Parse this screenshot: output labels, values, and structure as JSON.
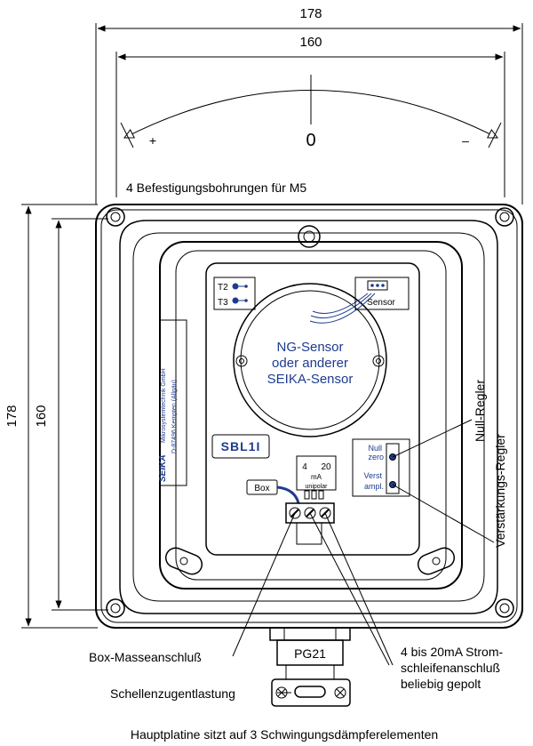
{
  "dimensions": {
    "outer_width": "178",
    "inner_width": "160",
    "outer_height": "178",
    "inner_height": "160"
  },
  "angle": {
    "plus": "+",
    "zero": "0",
    "minus": "–"
  },
  "mounting_holes_label": "4 Befestigungsbohrungen für M5",
  "company": {
    "name": "SEIKA",
    "line1": "Mikrosystemtechnik GmbH",
    "line2": "D-87496 Kempten (Allgäu)"
  },
  "terminals": {
    "t2": "T2",
    "t3": "T3",
    "sensor": "Sensor"
  },
  "sensor_label": {
    "line1": "NG-Sensor",
    "line2": "oder anderer",
    "line3": "SEIKA-Sensor"
  },
  "board_name": "SBL1I",
  "potentiometers": {
    "null_line1": "Null",
    "null_line2": "zero",
    "gain_line1": "Verst",
    "gain_line2": "ampl."
  },
  "output": {
    "l4": "4",
    "l20": "20",
    "unit": "mA",
    "mode": "unipolar"
  },
  "box": "Box",
  "regulators": {
    "null": "Null-Regler",
    "gain": "Verstärkungs-Regler"
  },
  "gland": "PG21",
  "annotations": {
    "ground": "Box-Masseanschluß",
    "current_line1": "4 bis 20mA Strom-",
    "current_line2": "schleifenanschluß",
    "current_line3": "beliebig gepolt",
    "strain_relief": "Schellenzugentlastung"
  },
  "footer": "Hauptplatine sitzt auf 3 Schwingungsdämpferelementen",
  "colors": {
    "accent": "#1d3c8f",
    "line": "#000000"
  }
}
